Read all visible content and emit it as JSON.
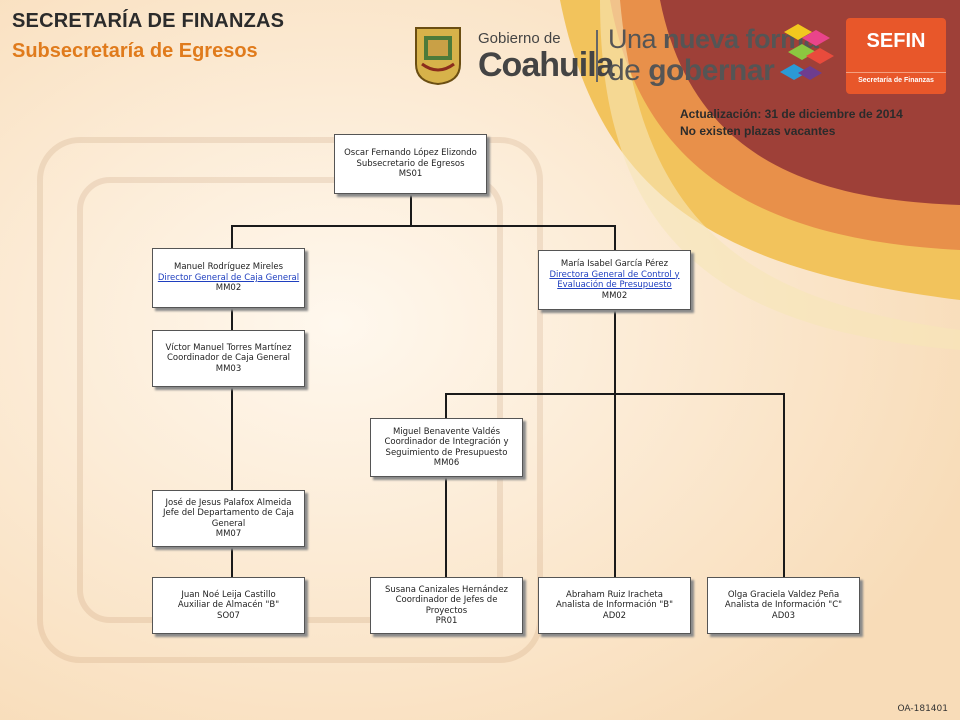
{
  "header": {
    "title": "SECRETARÍA DE FINANZAS",
    "subtitle": "Subsecretaría de Egresos"
  },
  "logos": {
    "gobierno_line1": "Gobierno de",
    "gobierno_line2": "Coahuila",
    "slogan_line1_a": "Una ",
    "slogan_line1_b": "nueva forma",
    "slogan_line2_a": "de ",
    "slogan_line2_b": "gobernar",
    "sefin_title": "SEFIN",
    "sefin_sub": "Secretaría de Finanzas"
  },
  "update": {
    "line1": "Actualización: 31  de diciembre de 2014",
    "line2": "No existen plazas vacantes"
  },
  "org": {
    "root": {
      "name": "Oscar Fernando López Elizondo",
      "title": "Subsecretario de Egresos",
      "code": "MS01"
    },
    "dir_caja": {
      "name": "Manuel Rodríguez Mireles",
      "title": "Director General de Caja General",
      "code": "MM02"
    },
    "dir_control": {
      "name": "María Isabel García Pérez",
      "title1": "Directora General de Control y",
      "title2": "Evaluación de Presupuesto",
      "code": "MM02"
    },
    "coord_caja": {
      "name": "Víctor Manuel Torres Martínez",
      "title": "Coordinador de Caja General",
      "code": "MM03"
    },
    "coord_integracion": {
      "name": "Miguel Benavente Valdés",
      "title1": "Coordinador de Integración y",
      "title2": "Seguimiento de Presupuesto",
      "code": "MM06"
    },
    "jefe_caja": {
      "name": "José de Jesus Palafox Almeida",
      "title1": "Jefe del Departamento de Caja",
      "title2": "General",
      "code": "MM07"
    },
    "auxiliar": {
      "name": "Juan Noé Leija Castillo",
      "title": "Auxiliar de Almacén \"B\"",
      "code": "SO07"
    },
    "coord_proyectos": {
      "name": "Susana Canizales Hernández",
      "title": "Coordinador de Jefes de Proyectos",
      "code": "PR01"
    },
    "analista_b": {
      "name": "Abraham Ruiz Iracheta",
      "title": "Analista de Información \"B\"",
      "code": "AD02"
    },
    "analista_c": {
      "name": "Olga Graciela Valdez Peña",
      "title": "Analista de Información \"C\"",
      "code": "AD03"
    }
  },
  "footer_code": "OA-181401",
  "colors": {
    "accent_orange": "#e07b1c",
    "sefin_red": "#e8572a",
    "link_blue": "#1f3fbf"
  }
}
